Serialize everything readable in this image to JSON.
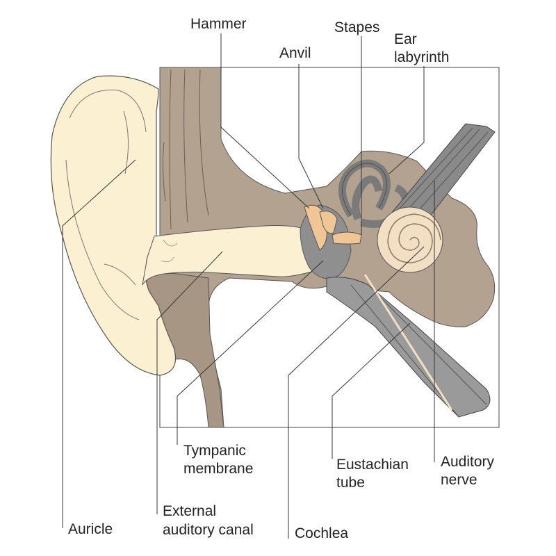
{
  "labels": {
    "hammer": "Hammer",
    "stapes": "Stapes",
    "ear_labyrinth_1": "Ear",
    "ear_labyrinth_2": "labyrinth",
    "anvil": "Anvil",
    "tympanic_1": "Tympanic",
    "tympanic_2": "membrane",
    "eustachian_1": "Eustachian",
    "eustachian_2": "tube",
    "auditory_nerve_1": "Auditory",
    "auditory_nerve_2": "nerve",
    "external_canal_1": "External",
    "external_canal_2": "auditory canal",
    "auricle": "Auricle",
    "cochlea": "Cochlea"
  },
  "colors": {
    "auricle": "#fbf0d2",
    "bone": "#b3a290",
    "bone_dark": "#9c8b79",
    "canal": "#fbf0d2",
    "cochlea": "#f3dfc4",
    "ossicle": "#f1c697",
    "labyrinth": "#8d8d8d",
    "tube": "#9a9a9a",
    "line": "#333333"
  }
}
